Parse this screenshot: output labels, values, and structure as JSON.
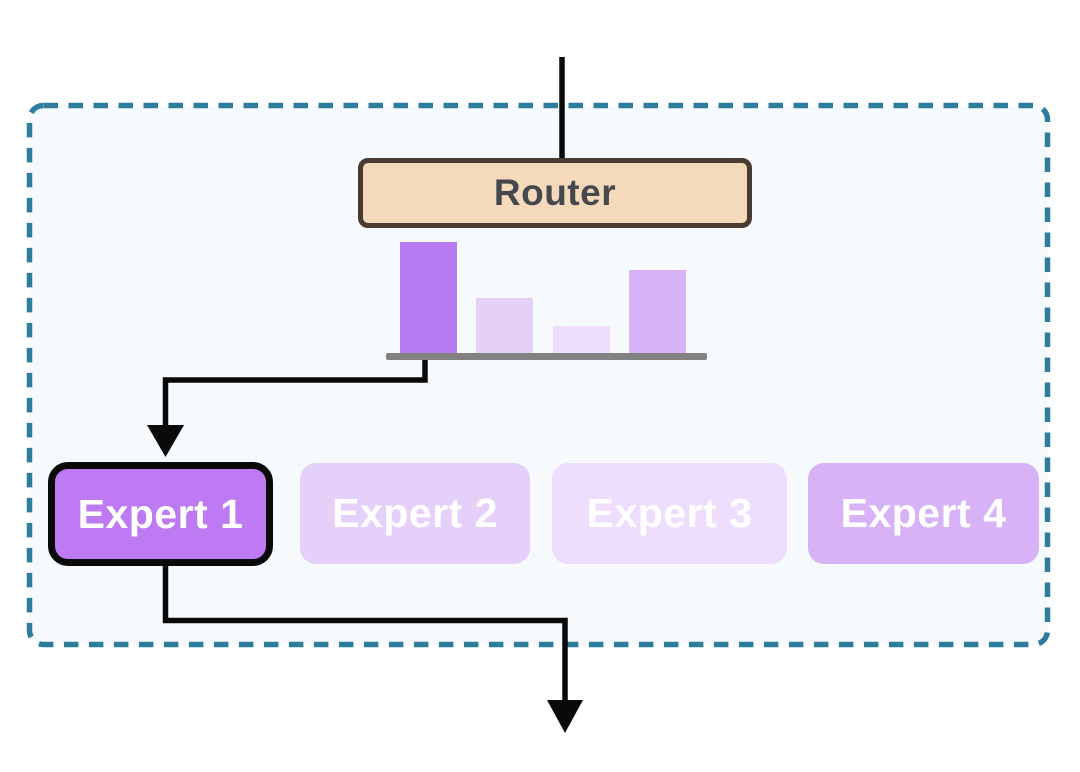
{
  "router": {
    "label": "Router",
    "fill": "#f4d9bb",
    "border_color": "#473b32",
    "text_color": "#47474e"
  },
  "experts": [
    {
      "label": "Expert 1",
      "selected": true,
      "fill": "#bd7af2"
    },
    {
      "label": "Expert 2",
      "selected": false,
      "fill": "#e5d0f9"
    },
    {
      "label": "Expert 3",
      "selected": false,
      "fill": "#eeddfc"
    },
    {
      "label": "Expert 4",
      "selected": false,
      "fill": "#d7b2f6"
    }
  ],
  "chart_data": {
    "type": "bar",
    "title": "",
    "xlabel": "",
    "ylabel": "",
    "categories": [
      "Expert 1",
      "Expert 2",
      "Expert 3",
      "Expert 4"
    ],
    "values": [
      0.4,
      0.2,
      0.1,
      0.3
    ],
    "ylim": [
      0,
      0.45
    ],
    "bar_colors": [
      "#b87af0",
      "#e5d0f8",
      "#eeddfb",
      "#d7b2f6"
    ],
    "baseline_color": "#828282",
    "axes_visible": false,
    "grid": false,
    "legend": false
  },
  "container": {
    "border_color": "#2e7d9c",
    "border_style": "dashed",
    "fill": "#f7fafc"
  },
  "arrows": {
    "color": "#0a0a0a",
    "input_arrow": "input to Router",
    "route_arrow": "Router gate to Expert 1",
    "output_arrow": "Expert 1 to output"
  }
}
